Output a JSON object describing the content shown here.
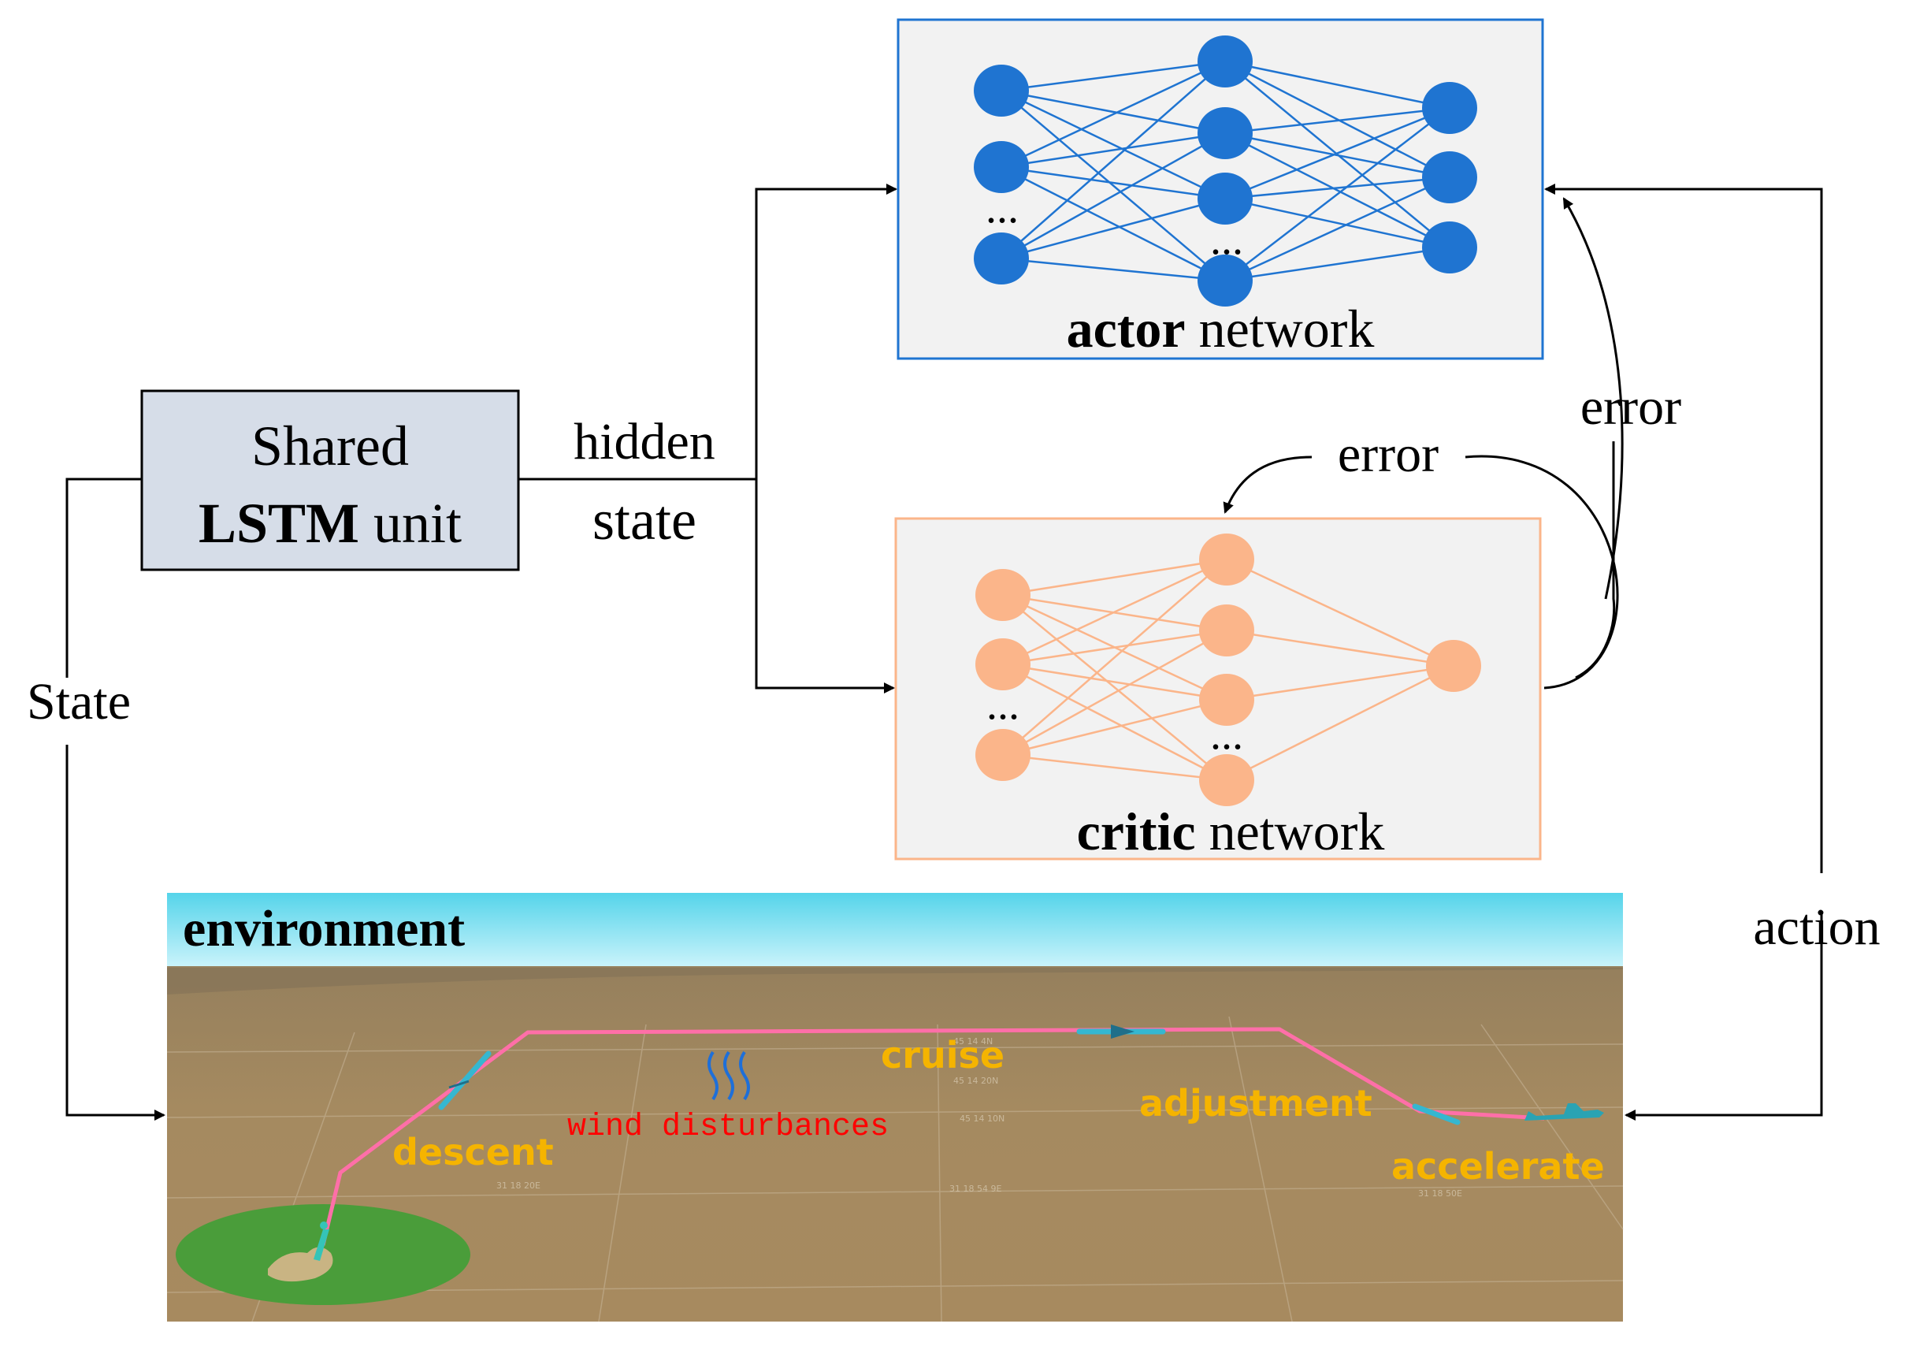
{
  "lstm": {
    "line1": "Shared",
    "line2_bold": "LSTM",
    "line2_rest": " unit"
  },
  "hidden_state": {
    "line1": "hidden",
    "line2": "state"
  },
  "actor": {
    "bold": "actor",
    "rest": " network",
    "ellipsis_left": "...",
    "ellipsis_mid": "...",
    "color": "#1f74d1"
  },
  "critic": {
    "bold": "critic",
    "rest": " network",
    "ellipsis_left": "...",
    "ellipsis_mid": "...",
    "color": "#fbb58a"
  },
  "errors": {
    "critic_error": "error",
    "actor_error": "error"
  },
  "state_label": "State",
  "action_label": "action",
  "environment": {
    "title": "environment",
    "phases": {
      "descent": "descent",
      "cruise": "cruise",
      "adjustment": "adjustment",
      "accelerate": "accelerate"
    },
    "wind": "wind disturbances",
    "colors": {
      "phase_label": "#f5b400",
      "wind_label": "#ff0000",
      "trajectory": "#ff6fa8",
      "sky": "#7fe3f2",
      "ground": "#a08660"
    }
  }
}
